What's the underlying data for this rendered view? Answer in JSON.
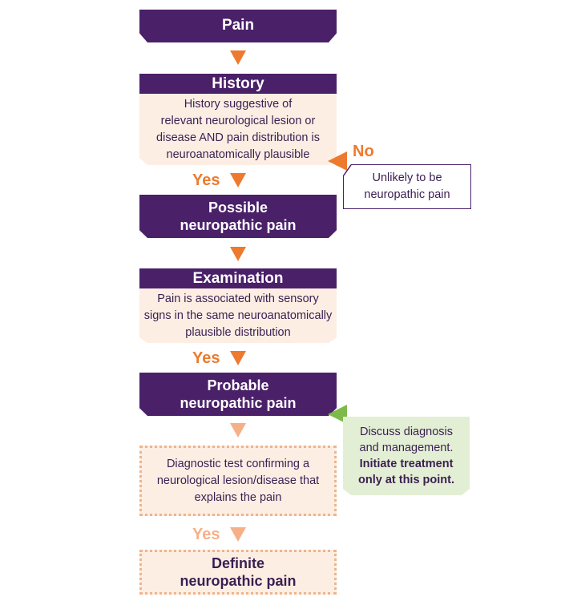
{
  "pain": {
    "label": "Pain"
  },
  "history": {
    "header": "History",
    "lines": [
      "History suggestive of",
      "relevant neurological lesion or",
      "disease AND pain distribution is",
      "neuroanatomically plausible"
    ]
  },
  "no_label": "No",
  "unlikely": {
    "lines": [
      "Unlikely to be",
      "neuropathic pain"
    ]
  },
  "yes_label": "Yes",
  "possible": {
    "lines": [
      "Possible",
      "neuropathic pain"
    ]
  },
  "examination": {
    "header": "Examination",
    "lines": [
      "Pain is associated with sensory",
      "signs in the same neuroanatomically",
      "plausible distribution"
    ]
  },
  "probable": {
    "lines": [
      "Probable",
      "neuropathic pain"
    ]
  },
  "discuss": {
    "lines": [
      "Discuss diagnosis",
      "and management."
    ],
    "bold_lines": [
      "Initiate treatment",
      "only at this point."
    ]
  },
  "diagnostic": {
    "lines": [
      "Diagnostic test confirming a",
      "neurological lesion/disease that",
      "explains the pain"
    ]
  },
  "definite": {
    "lines": [
      "Definite",
      "neuropathic pain"
    ]
  },
  "colors": {
    "purple": "#4a2069",
    "orange": "#ee7a2d",
    "light_orange": "#f5b088",
    "peach": "#fdeee4",
    "green": "#e3efd4",
    "arrow_green": "#7dba4a"
  }
}
